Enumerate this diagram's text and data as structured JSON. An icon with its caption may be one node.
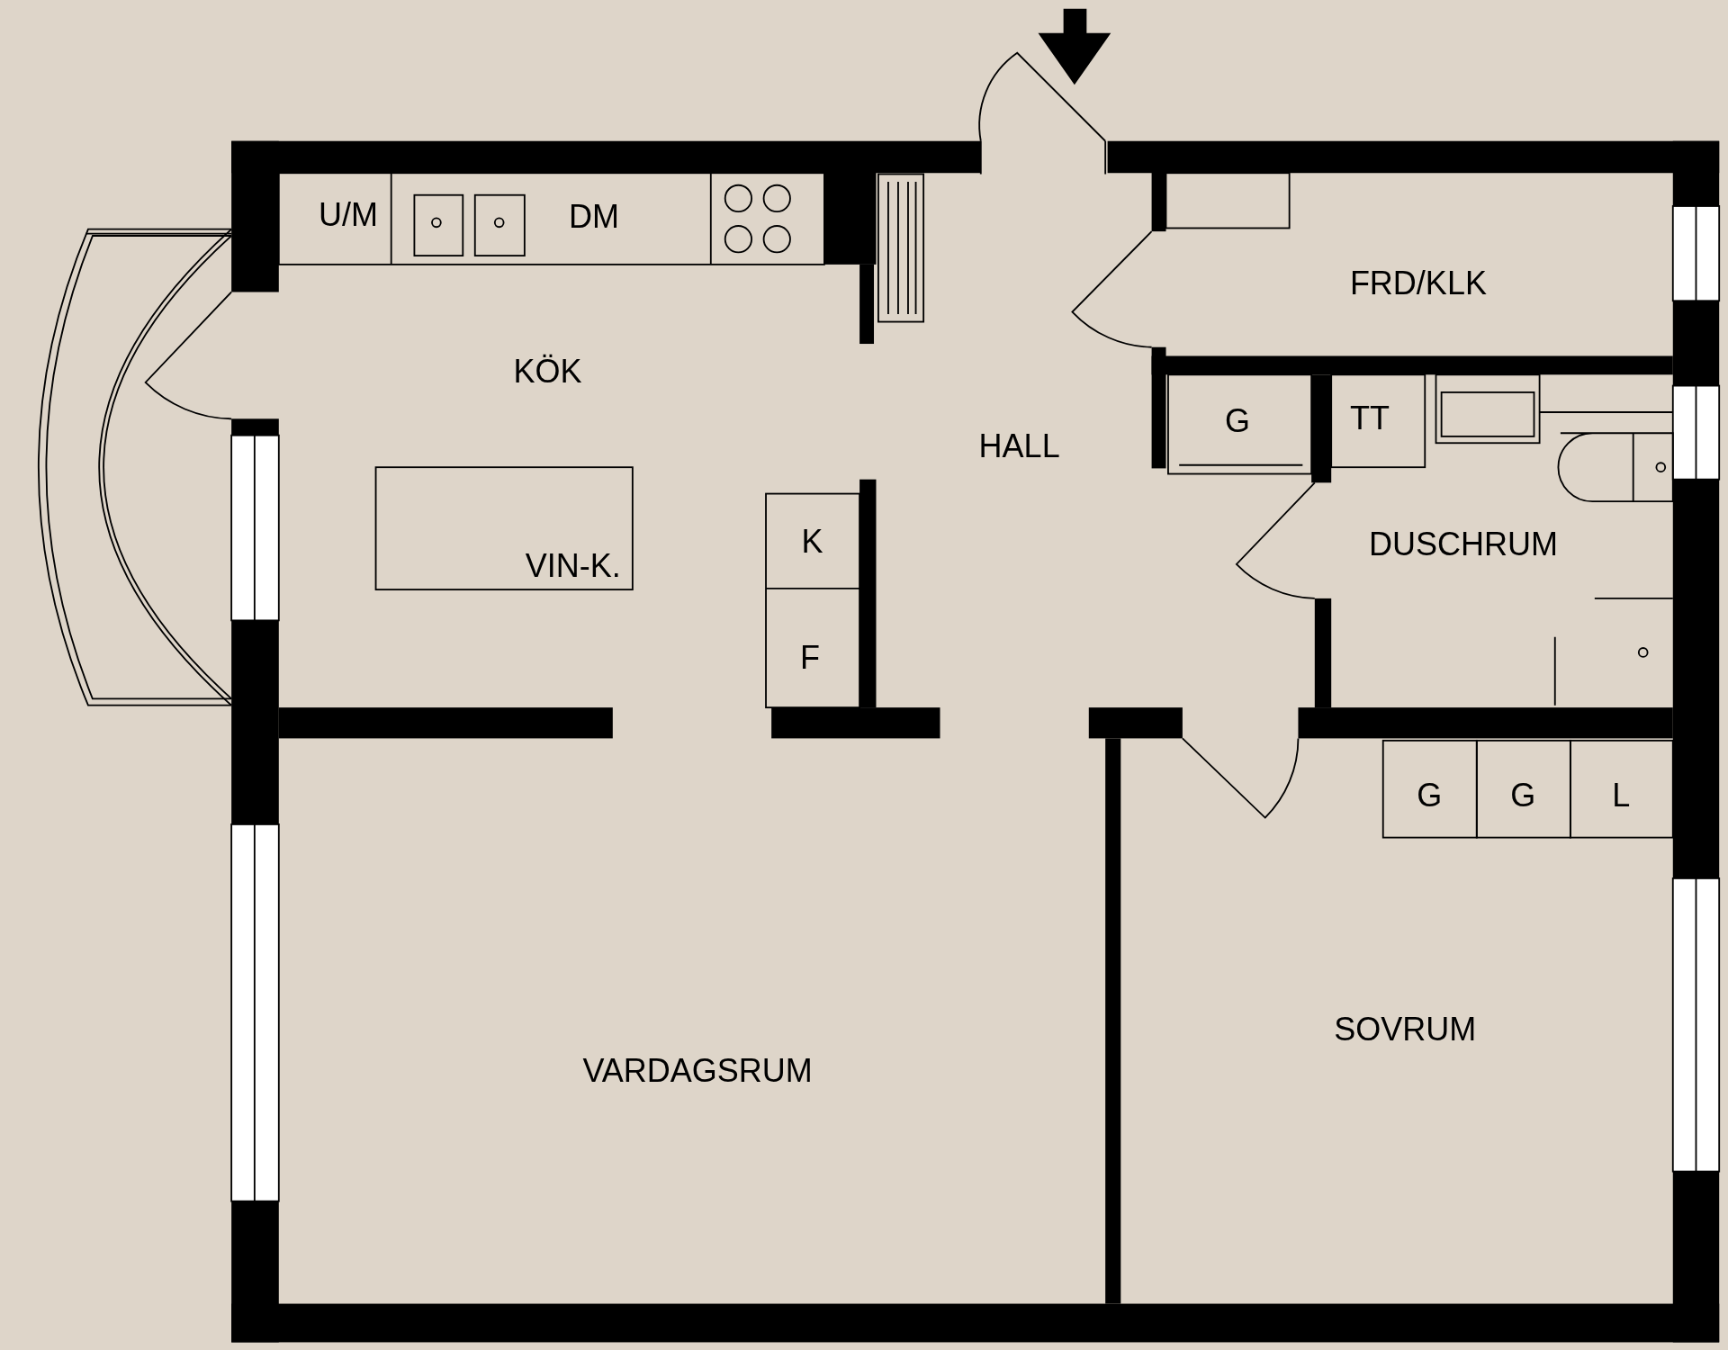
{
  "diagram": {
    "labels": [
      "U/M",
      "DM",
      "FRD/KLK",
      "KÖK",
      "G",
      "TT",
      "HALL",
      "K",
      "DUSCHRUM",
      "VIN-K.",
      "F",
      "G",
      "G",
      "L",
      "SOVRUM",
      "VARDAGSRUM"
    ]
  }
}
